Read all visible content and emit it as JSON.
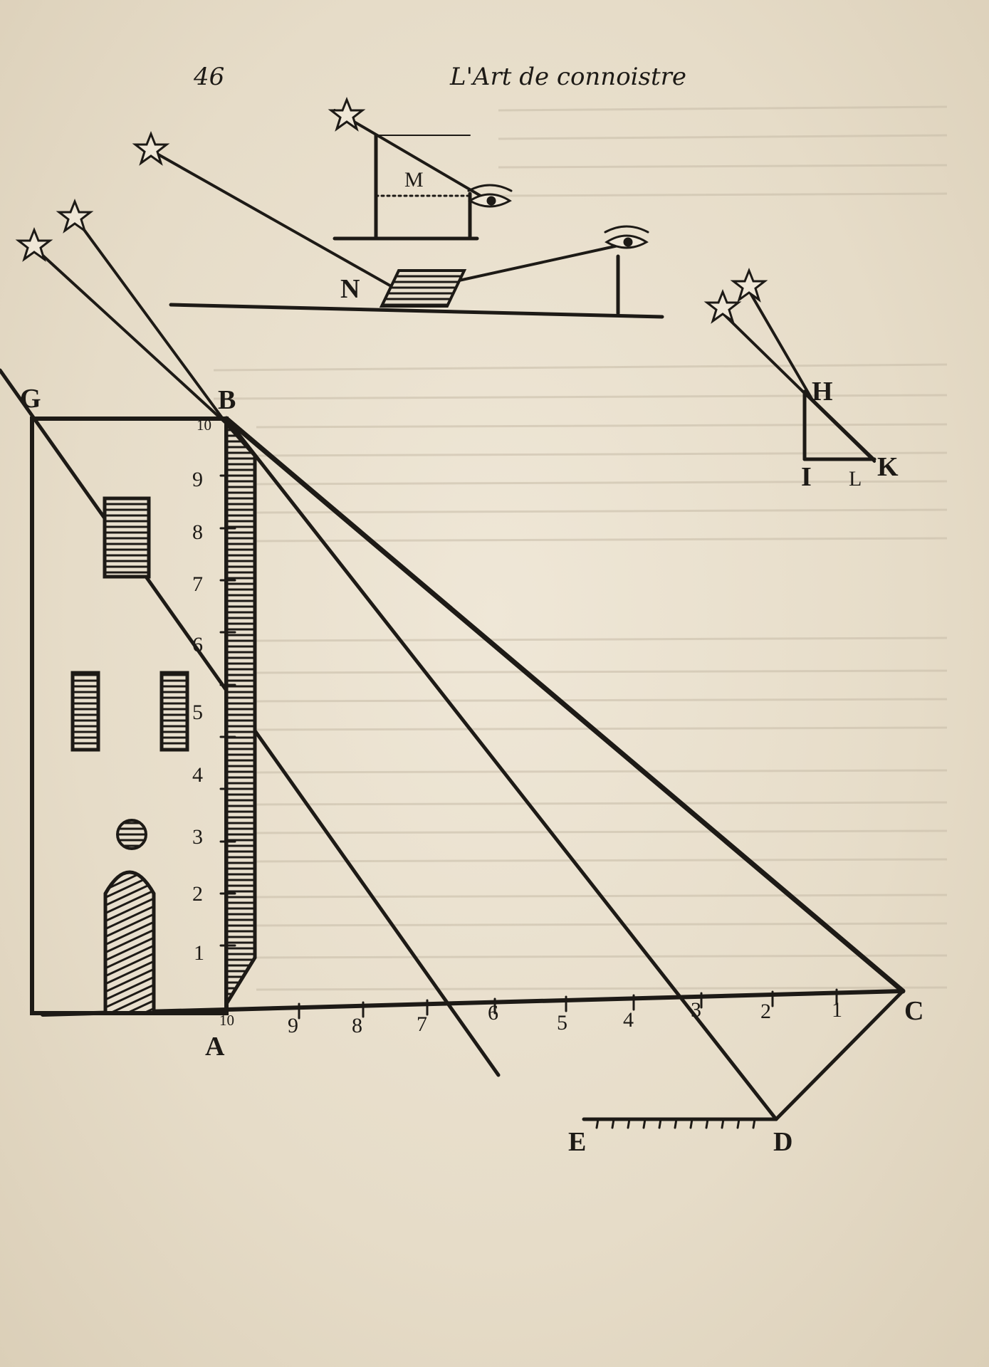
{
  "page": {
    "number": "46",
    "running_head": "L'Art de connoistre"
  },
  "figure": {
    "point_labels": [
      "G",
      "B",
      "A",
      "C",
      "D",
      "E",
      "M",
      "N",
      "H",
      "I",
      "L",
      "K"
    ],
    "vertical_scale": [
      "10",
      "9",
      "8",
      "7",
      "6",
      "5",
      "4",
      "3",
      "2",
      "1"
    ],
    "horizontal_scale": [
      "10",
      "9",
      "8",
      "7",
      "6",
      "5",
      "4",
      "3",
      "2",
      "1"
    ]
  },
  "colors": {
    "ink": "#1d1a16",
    "paper": "#e9e0cf"
  }
}
